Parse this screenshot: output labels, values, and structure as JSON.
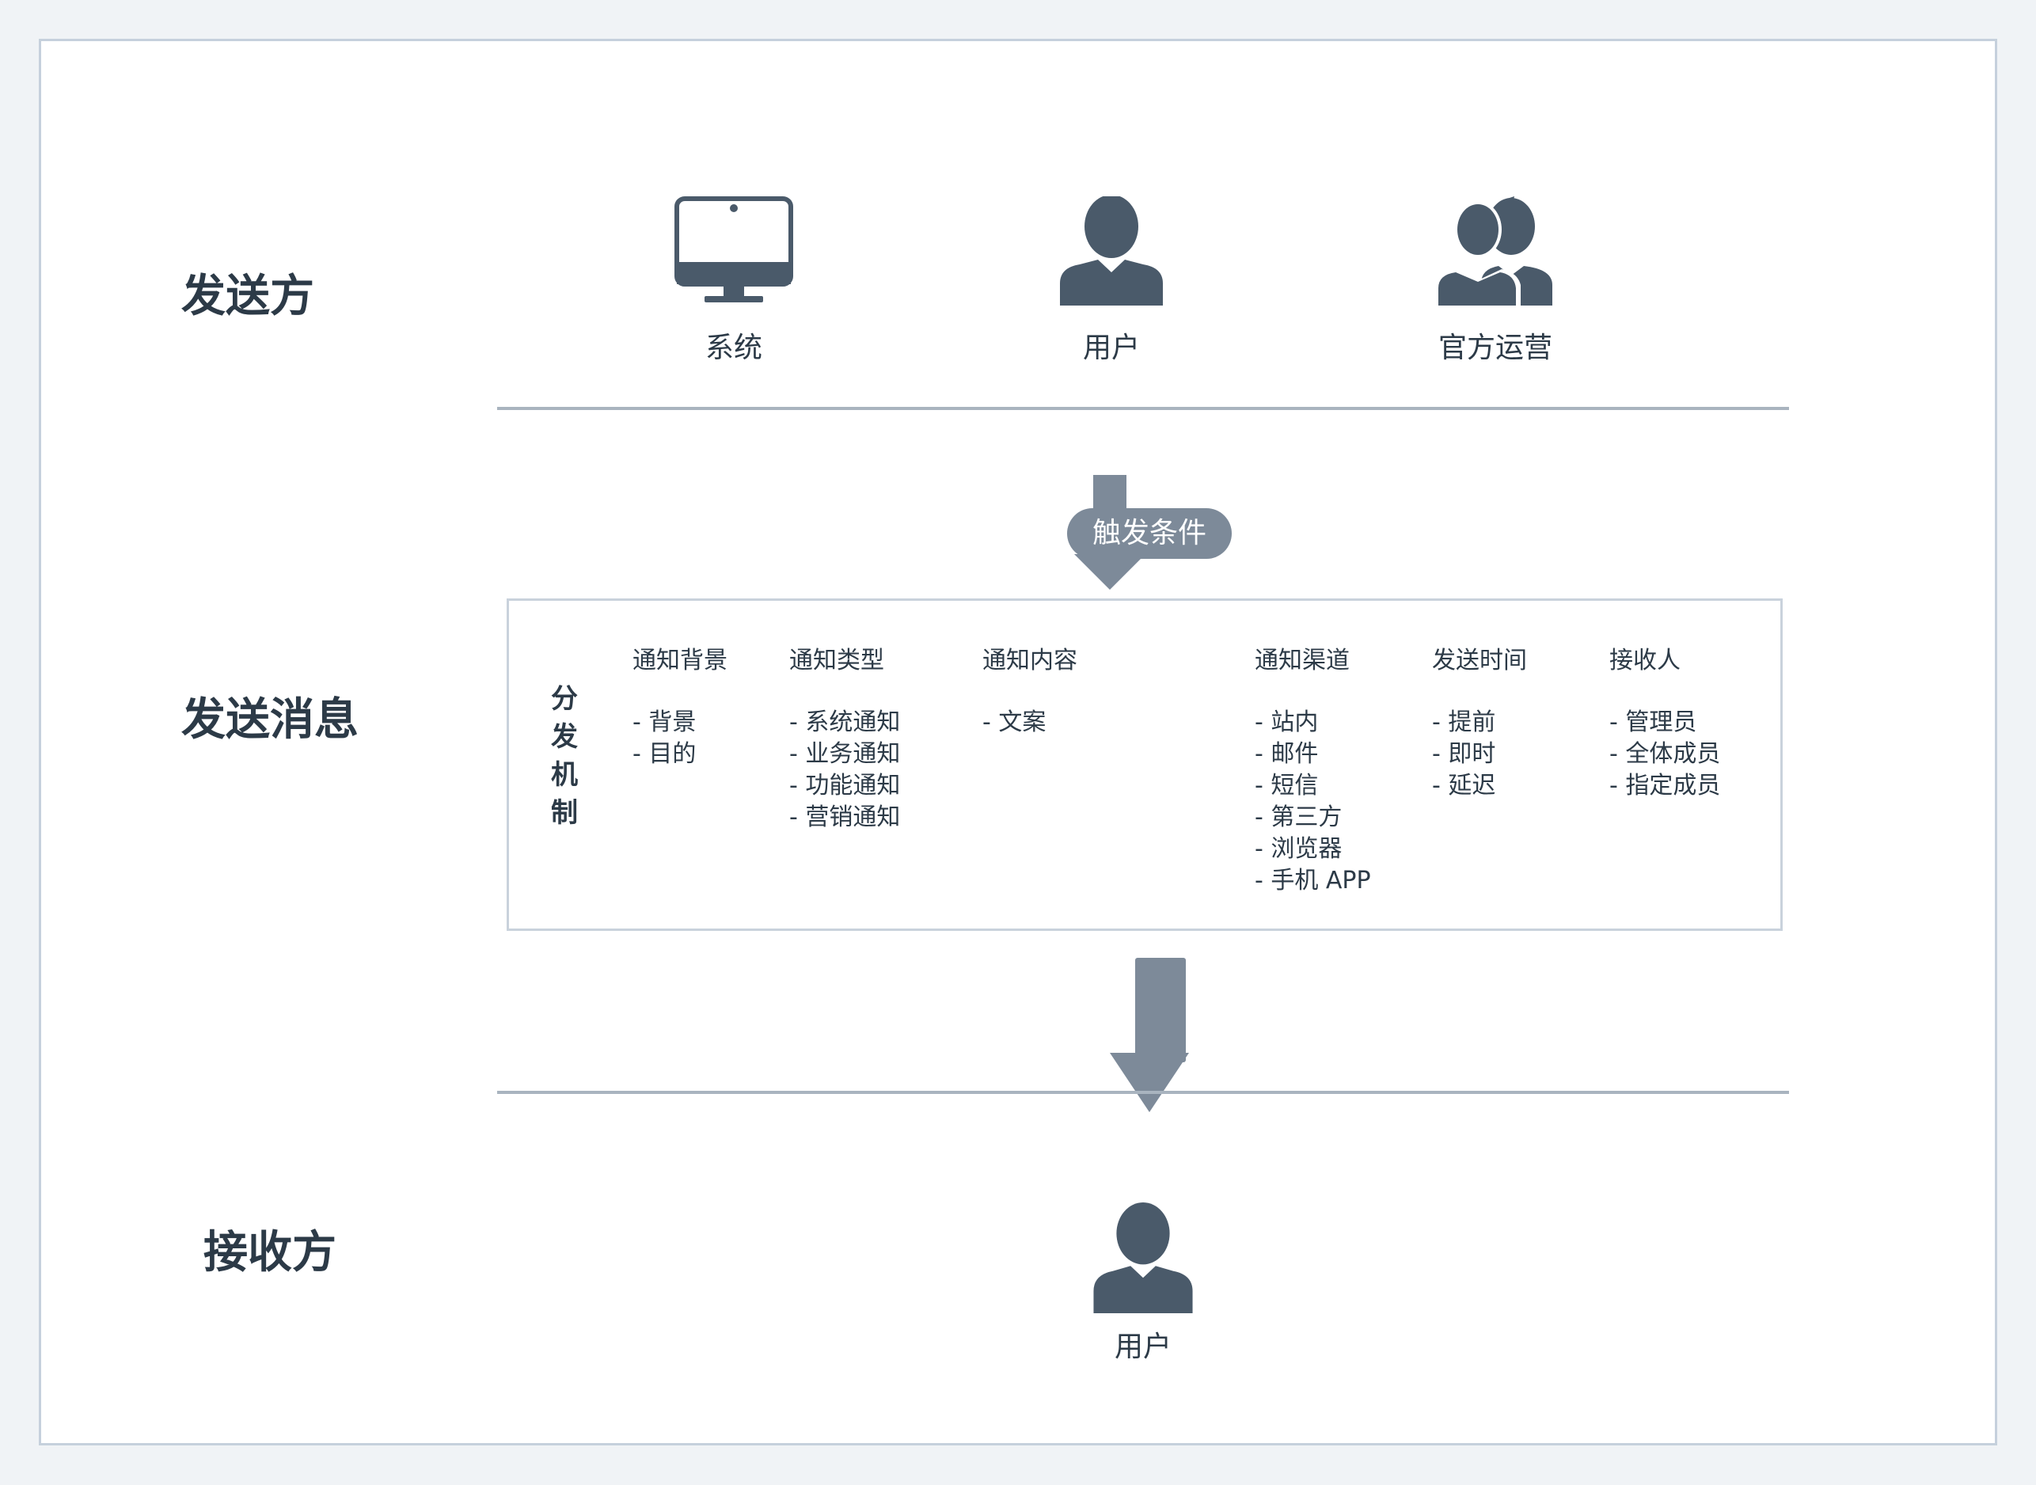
{
  "colors": {
    "icon": "#4a5a6a",
    "arrow": "#7d8a99",
    "line": "#a9b4bf",
    "border": "#c9d2dc"
  },
  "sections": {
    "sender": "发送方",
    "message": "发送消息",
    "receiver": "接收方"
  },
  "senders": [
    {
      "icon": "monitor-icon",
      "label": "系统"
    },
    {
      "icon": "user-icon",
      "label": "用户"
    },
    {
      "icon": "group-icon",
      "label": "官方运营"
    }
  ],
  "trigger": {
    "label": "触发条件"
  },
  "message": {
    "mechanism_label": "分\n发\n机\n制",
    "columns": [
      {
        "title": "通知背景",
        "items": [
          "- 背景",
          "- 目的"
        ]
      },
      {
        "title": "通知类型",
        "items": [
          "- 系统通知",
          "- 业务通知",
          "- 功能通知",
          "- 营销通知"
        ]
      },
      {
        "title": "通知内容",
        "items": [
          "- 文案"
        ]
      },
      {
        "title": "通知渠道",
        "items": [
          "- 站内",
          "- 邮件",
          "- 短信",
          "- 第三方",
          "- 浏览器",
          "- 手机 APP"
        ]
      },
      {
        "title": "发送时间",
        "items": [
          "- 提前",
          "- 即时",
          "- 延迟"
        ]
      },
      {
        "title": "接收人",
        "items": [
          "- 管理员",
          "- 全体成员",
          "- 指定成员"
        ]
      }
    ]
  },
  "receiver": {
    "icon": "user-icon",
    "label": "用户"
  }
}
